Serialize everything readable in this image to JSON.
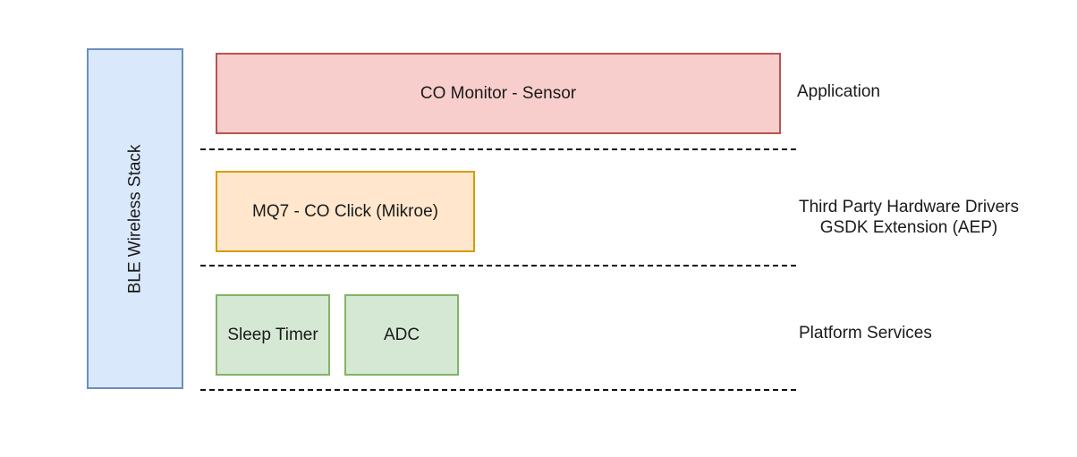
{
  "blocks": {
    "ble_stack": "BLE Wireless Stack",
    "app": "CO Monitor - Sensor",
    "driver": "MQ7 - CO Click (Mikroe)",
    "sleep_timer": "Sleep Timer",
    "adc": "ADC"
  },
  "layers": {
    "application": "Application",
    "drivers_line1": "Third Party Hardware Drivers",
    "drivers_line2": "GSDK Extension (AEP)",
    "platform": "Platform Services"
  },
  "colors": {
    "ble_fill": "#dae8fc",
    "ble_stroke": "#6c8ebf",
    "app_fill": "#f8cecc",
    "app_stroke": "#b85450",
    "driver_fill": "#ffe6cc",
    "driver_stroke": "#d79b00",
    "platform_fill": "#d5e8d4",
    "platform_stroke": "#82b366"
  }
}
